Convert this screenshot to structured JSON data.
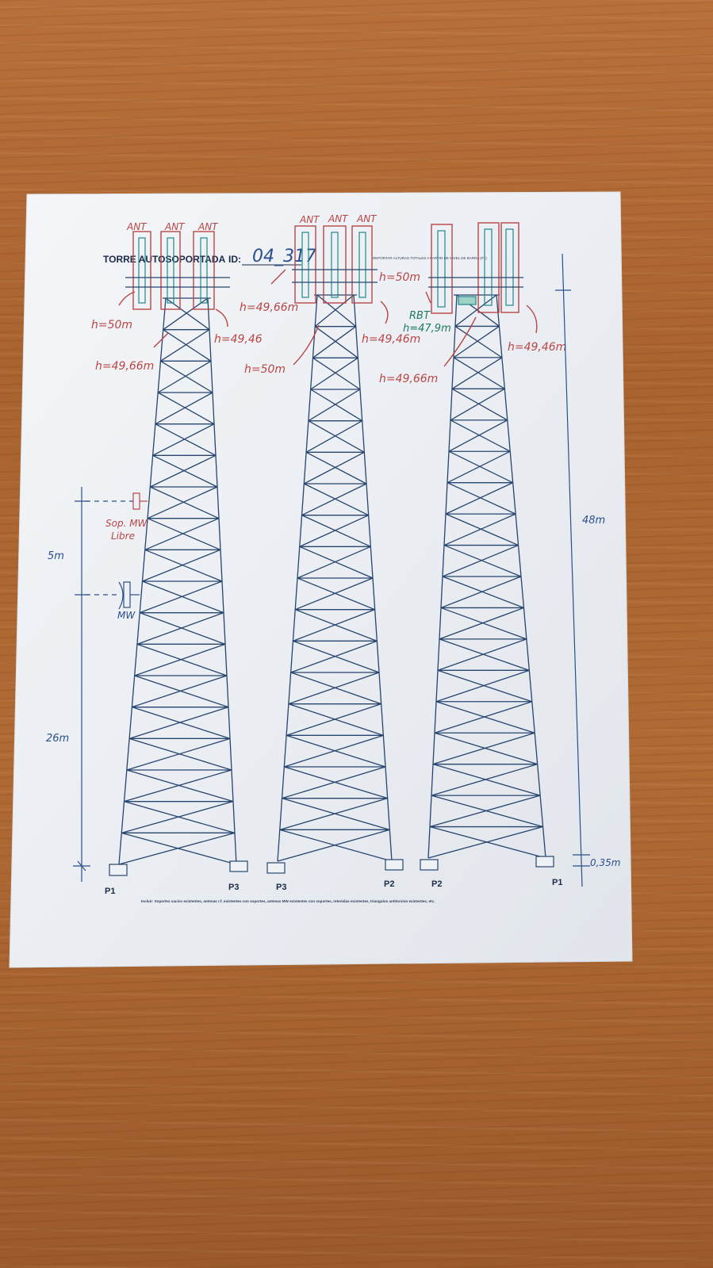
{
  "header": {
    "title": "TORRE AUTOSOPORTADA",
    "id_label": "ID:",
    "id_value": "04_317",
    "small_note": "REPORTAR ALTURAS TOTALES A PARTIR DE NIVEL DE BARRA (P1)"
  },
  "footer": {
    "note": "Incluir: Soportes vacíos existentes, antenas r.f. existentes con soportes, antenas MW existentes con soportes, retenidas existentes, triangulos antitorsion existentes, etc."
  },
  "legs": {
    "t1_left": "P1",
    "t1_right": "P3",
    "t2_left": "P3",
    "t2_right": "P2",
    "t3_left": "P2",
    "t3_right": "P1"
  },
  "annotations": {
    "ant_label": "ANT",
    "t1_h_left": "h=50m",
    "t1_h_center": "h=49,66m",
    "t1_h_right": "h=49,46",
    "t2_h_center": "h=49,66m",
    "t2_h_left": "h=50m",
    "t2_h_right": "h=49,46m",
    "t3_h_left": "h=50m",
    "t3_rbt": "RBT",
    "t3_rbt_h": "h=47,9m",
    "t3_h_center": "h=49,66m",
    "t3_h_right": "h=49,46m",
    "mw_free": "Sop. MW",
    "mw_free_2": "Libre",
    "mw": "MW",
    "dim_5m": "5m",
    "dim_26m": "26m",
    "dim_48m": "48m",
    "dim_035m": "0,35m"
  },
  "colors": {
    "paper": "#eef1f5",
    "tower_line": "#26456f",
    "blue_ink": "#2b4f8c",
    "red_ink": "#b94646",
    "green_ink": "#1f7a5e"
  }
}
